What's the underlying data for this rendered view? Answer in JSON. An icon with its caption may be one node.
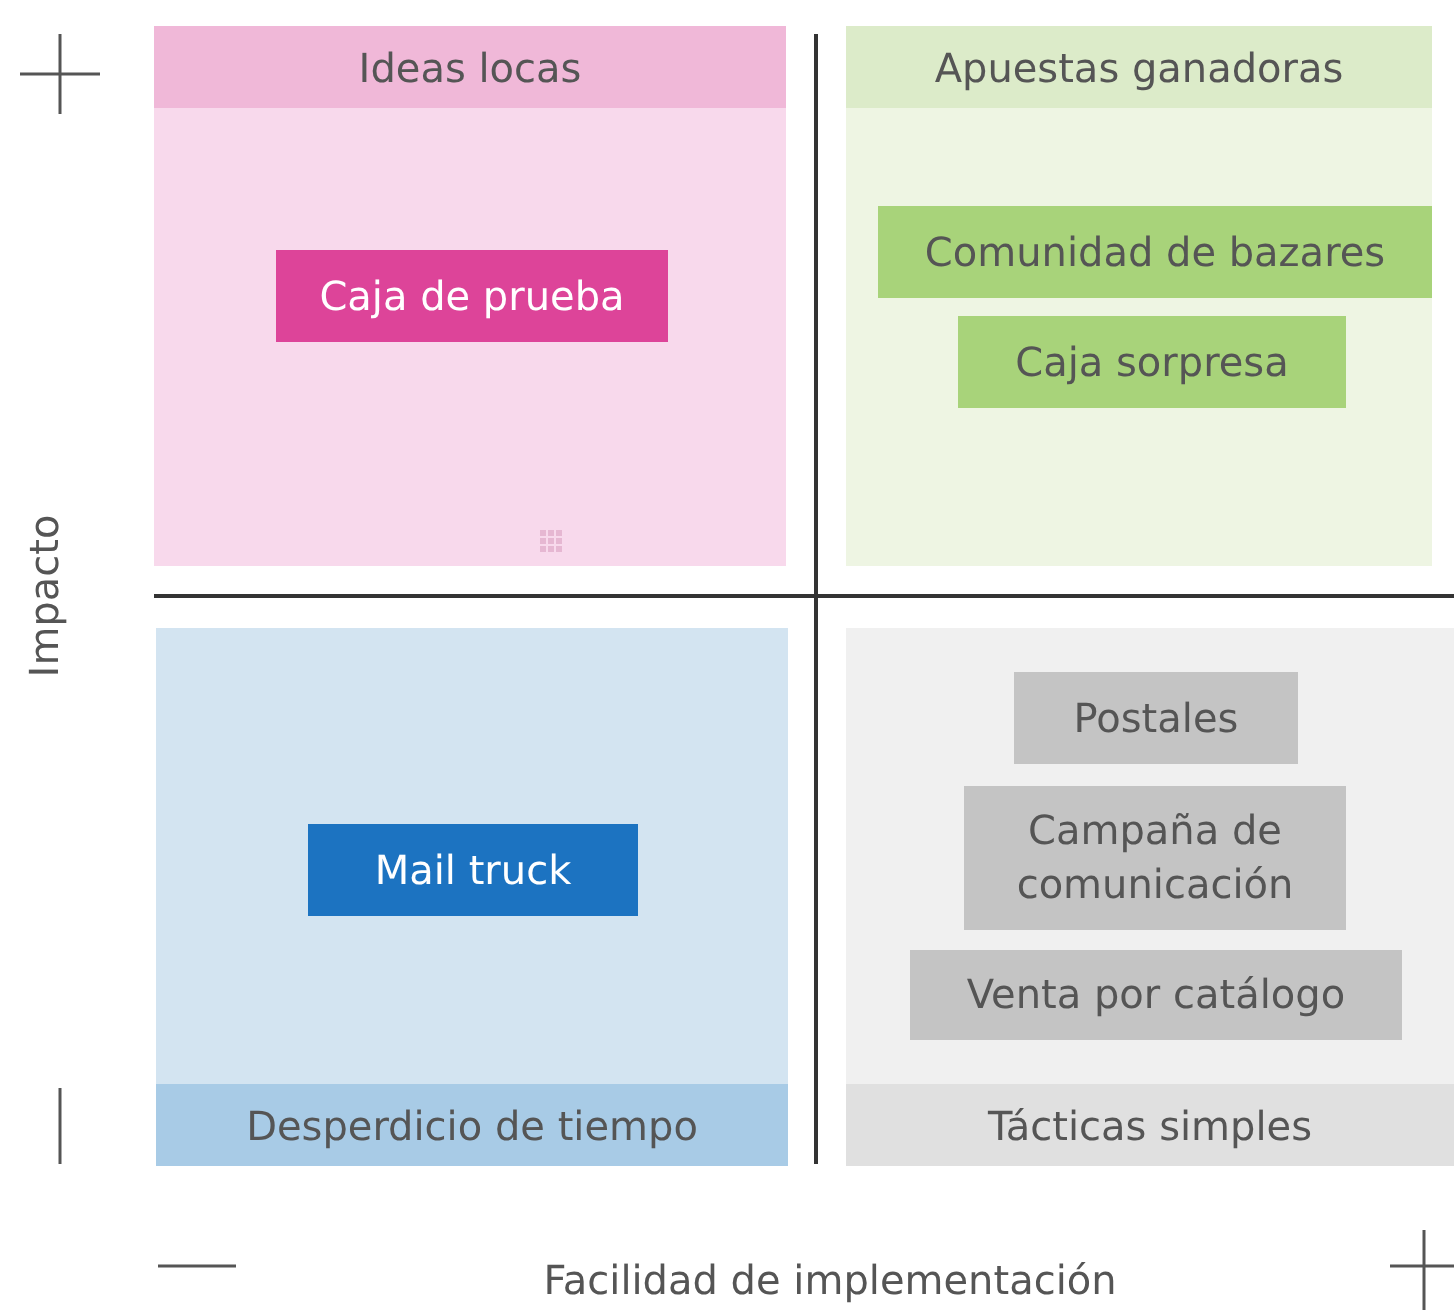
{
  "diagram": {
    "nodes": [
      {
        "text": [
          "Ideas locas"
        ]
      },
      {
        "text": [
          "Caja de prueba"
        ],
        "in": 0
      },
      {
        "text": [
          "Apuestas ganadoras"
        ]
      },
      {
        "text": [
          "Comunidad de bazares"
        ],
        "in": 2
      },
      {
        "text": [
          "Caja sorpresa"
        ],
        "in": 2
      },
      {
        "text": [
          "Desperdicio de tiempo"
        ]
      },
      {
        "text": [
          "Mail truck"
        ],
        "in": 5
      },
      {
        "text": [
          "Tácticas simples"
        ]
      },
      {
        "text": [
          "Postales"
        ],
        "in": 7
      },
      {
        "text": [
          "Campaña de comunicación"
        ],
        "in": 7
      },
      {
        "text": [
          "Venta por catálogo"
        ],
        "in": 7
      }
    ],
    "edges": [],
    "labels": [
      "Impacto",
      "Facilidad de implementación"
    ]
  }
}
